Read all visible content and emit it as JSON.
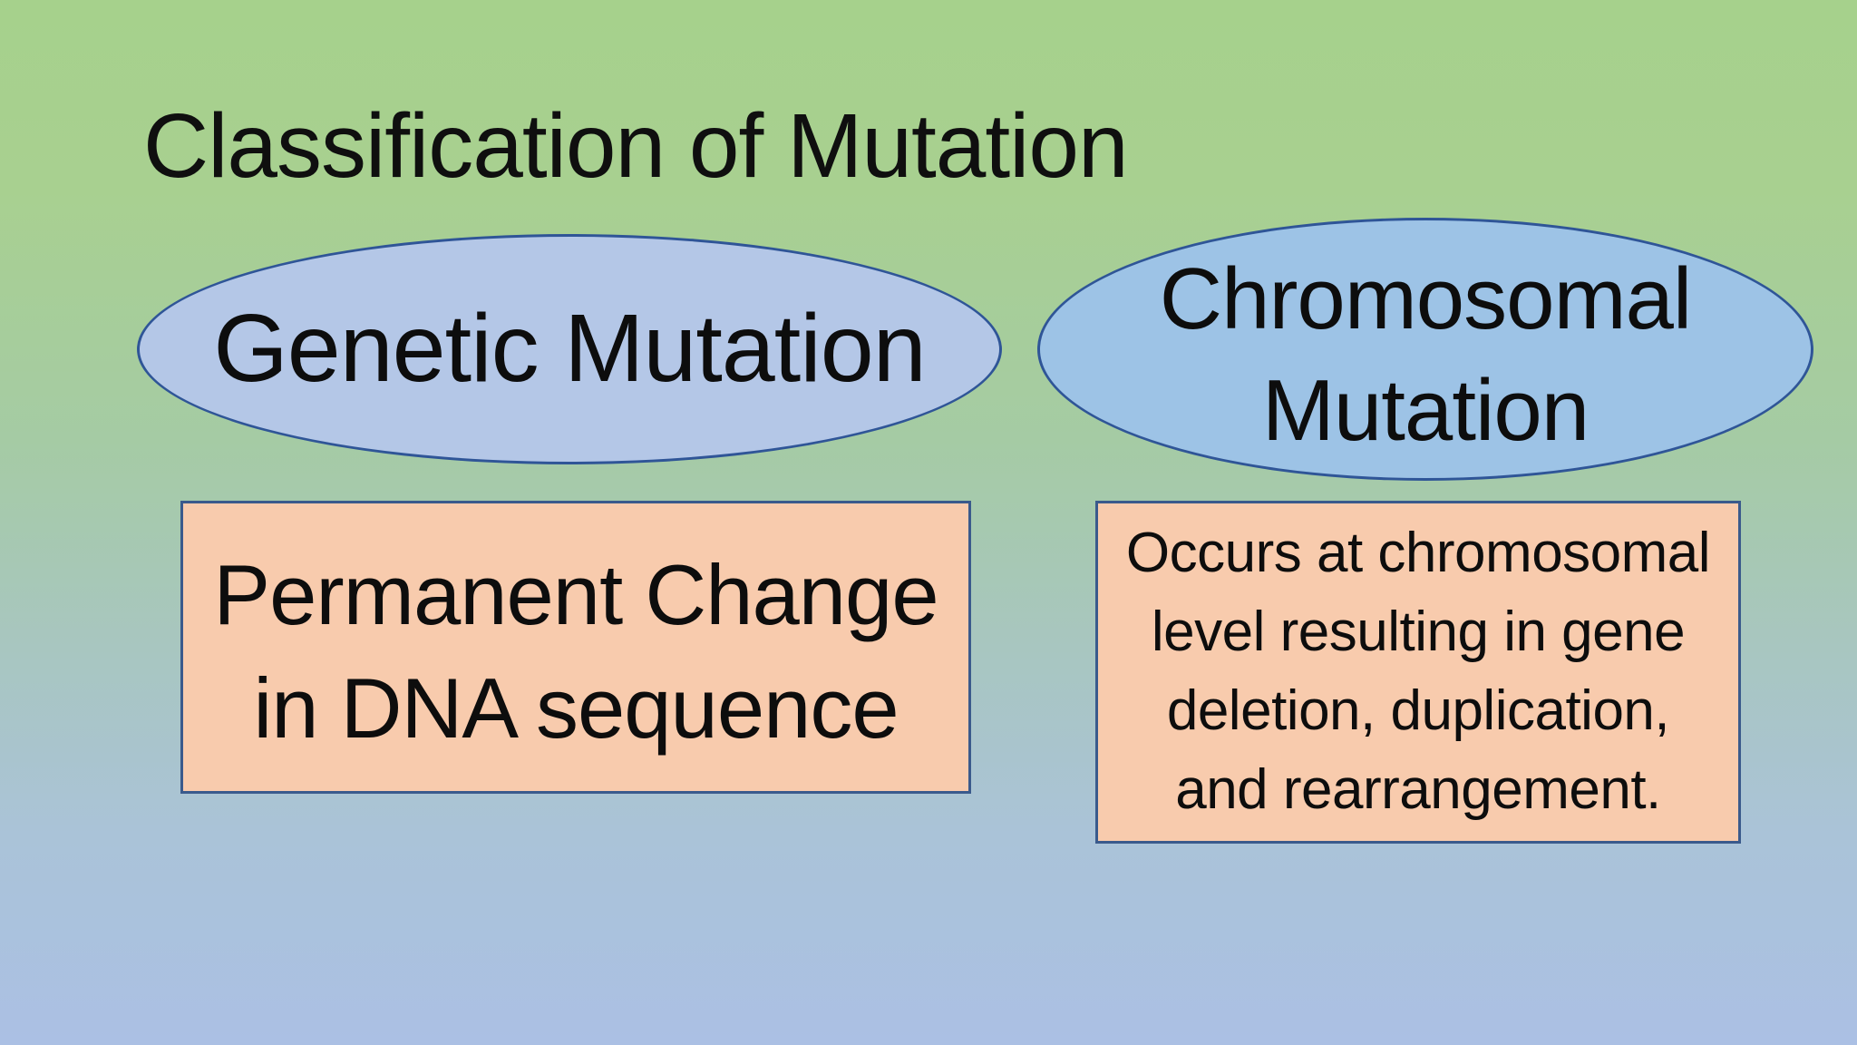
{
  "slide": {
    "title": "Classification of Mutation"
  },
  "shapes": {
    "genetic_ellipse": {
      "label": "Genetic Mutation"
    },
    "chromosomal_ellipse": {
      "label": "Chromosomal Mutation"
    },
    "genetic_box": {
      "lines": [
        "Permanent Change",
        "in DNA sequence"
      ]
    },
    "chromosomal_box": {
      "lines": [
        "Occurs at chromosomal",
        "level resulting in gene",
        "deletion, duplication,",
        "and rearrangement."
      ]
    }
  },
  "colors": {
    "background_top": "#a6d18c",
    "background_bottom": "#abc0e4",
    "genetic_ellipse_fill": "#b4c7e7",
    "chromosomal_ellipse_fill": "#9dc3e6",
    "ellipse_border": "#2f5597",
    "box_fill": "#f8cbad",
    "box_border": "#3a5a8c",
    "text": "#0d0d0d"
  }
}
